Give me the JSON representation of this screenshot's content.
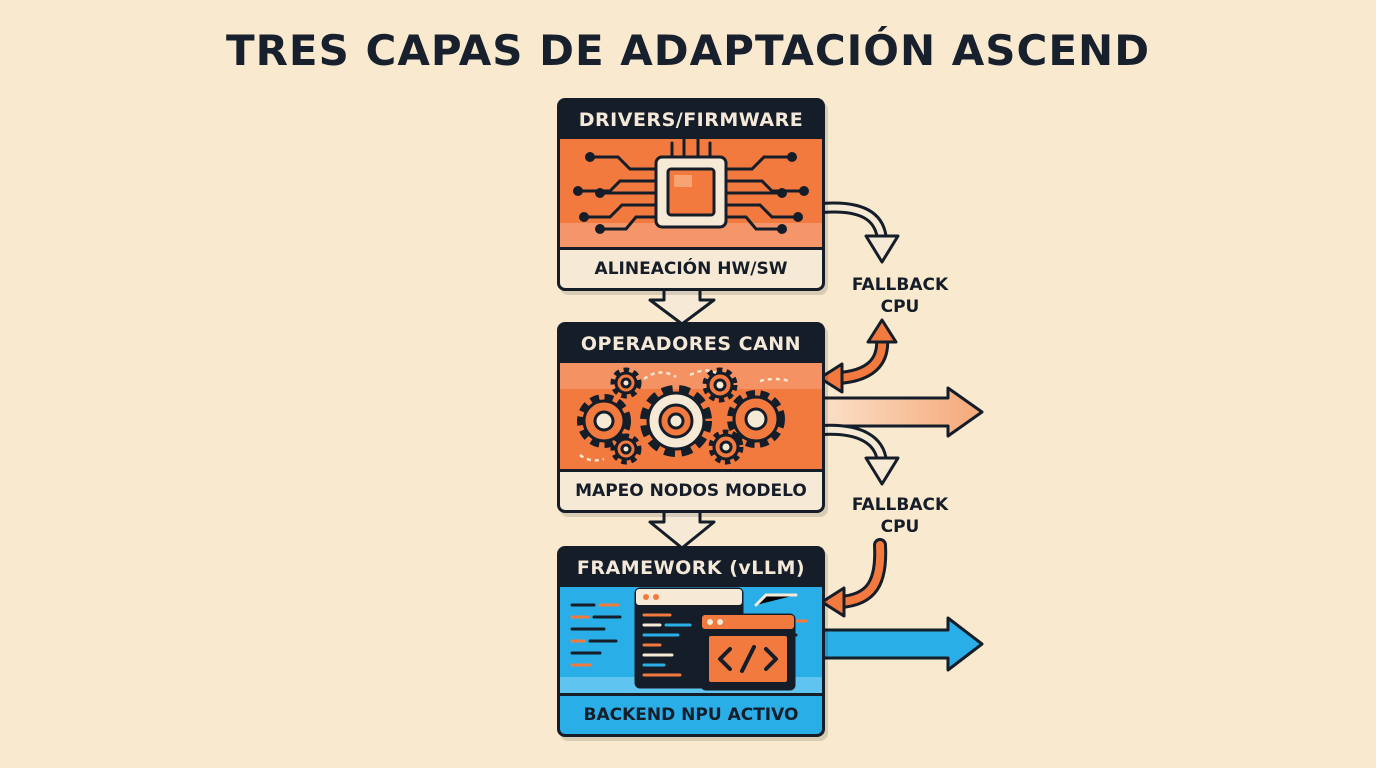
{
  "title": "TRES CAPAS DE ADAPTACIÓN ASCEND",
  "layers": [
    {
      "title": "DRIVERS/FIRMWARE",
      "footer": "ALINEACIÓN HW/SW",
      "icon": "chip-icon",
      "color": "#f27a3f"
    },
    {
      "title": "OPERADORES CANN",
      "footer": "MAPEO NODOS MODELO",
      "icon": "gears-icon",
      "color": "#f27a3f"
    },
    {
      "title": "FRAMEWORK (vLLM)",
      "footer": "BACKEND NPU ACTIVO",
      "icon": "code-window-icon",
      "color": "#29aee8"
    }
  ],
  "fallbacks": [
    {
      "line1": "FALLBACK",
      "line2": "CPU"
    },
    {
      "line1": "FALLBACK",
      "line2": "CPU"
    }
  ],
  "colors": {
    "orange": "#f27a3f",
    "blue": "#29aee8",
    "dark": "#151d29",
    "background": "#f8e9cf"
  }
}
